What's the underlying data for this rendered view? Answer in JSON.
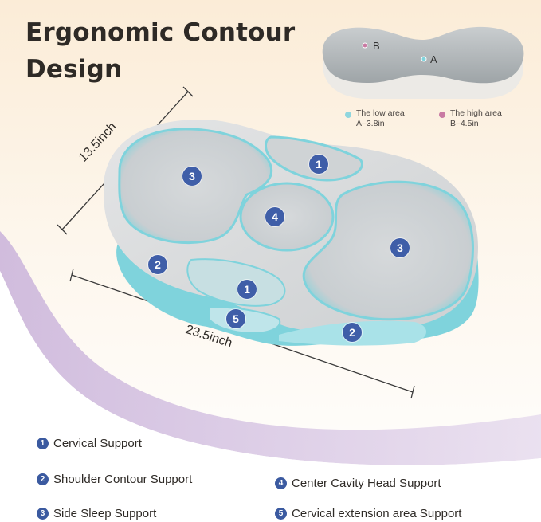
{
  "title": {
    "line1": "Ergonomic Contour",
    "line2": "Design"
  },
  "thumbnail": {
    "label_b": "B",
    "label_a": "A"
  },
  "legend": {
    "low": {
      "line1": "The low area",
      "line2": "A–3.8in",
      "color": "#8fd6de"
    },
    "high": {
      "line1": "The high area",
      "line2": "B–4.5in",
      "color": "#c97aa3"
    }
  },
  "dimensions": {
    "depth": "13.5inch",
    "width": "23.5inch"
  },
  "zones": {
    "z1": "1",
    "z2": "2",
    "z3": "3",
    "z4": "4",
    "z5": "5"
  },
  "features": [
    {
      "num": "1",
      "label": "Cervical Support"
    },
    {
      "num": "2",
      "label": "Shoulder Contour Support"
    },
    {
      "num": "3",
      "label": "Side Sleep Support"
    },
    {
      "num": "4",
      "label": "Center Cavity Head Support"
    },
    {
      "num": "5",
      "label": "Cervical extension area Support"
    }
  ],
  "colors": {
    "accent_teal": "#7fd3dc",
    "badge_blue": "#3f5ea8",
    "wave_purple": "#d9c8e4",
    "bg_cream": "#fbf1df"
  }
}
